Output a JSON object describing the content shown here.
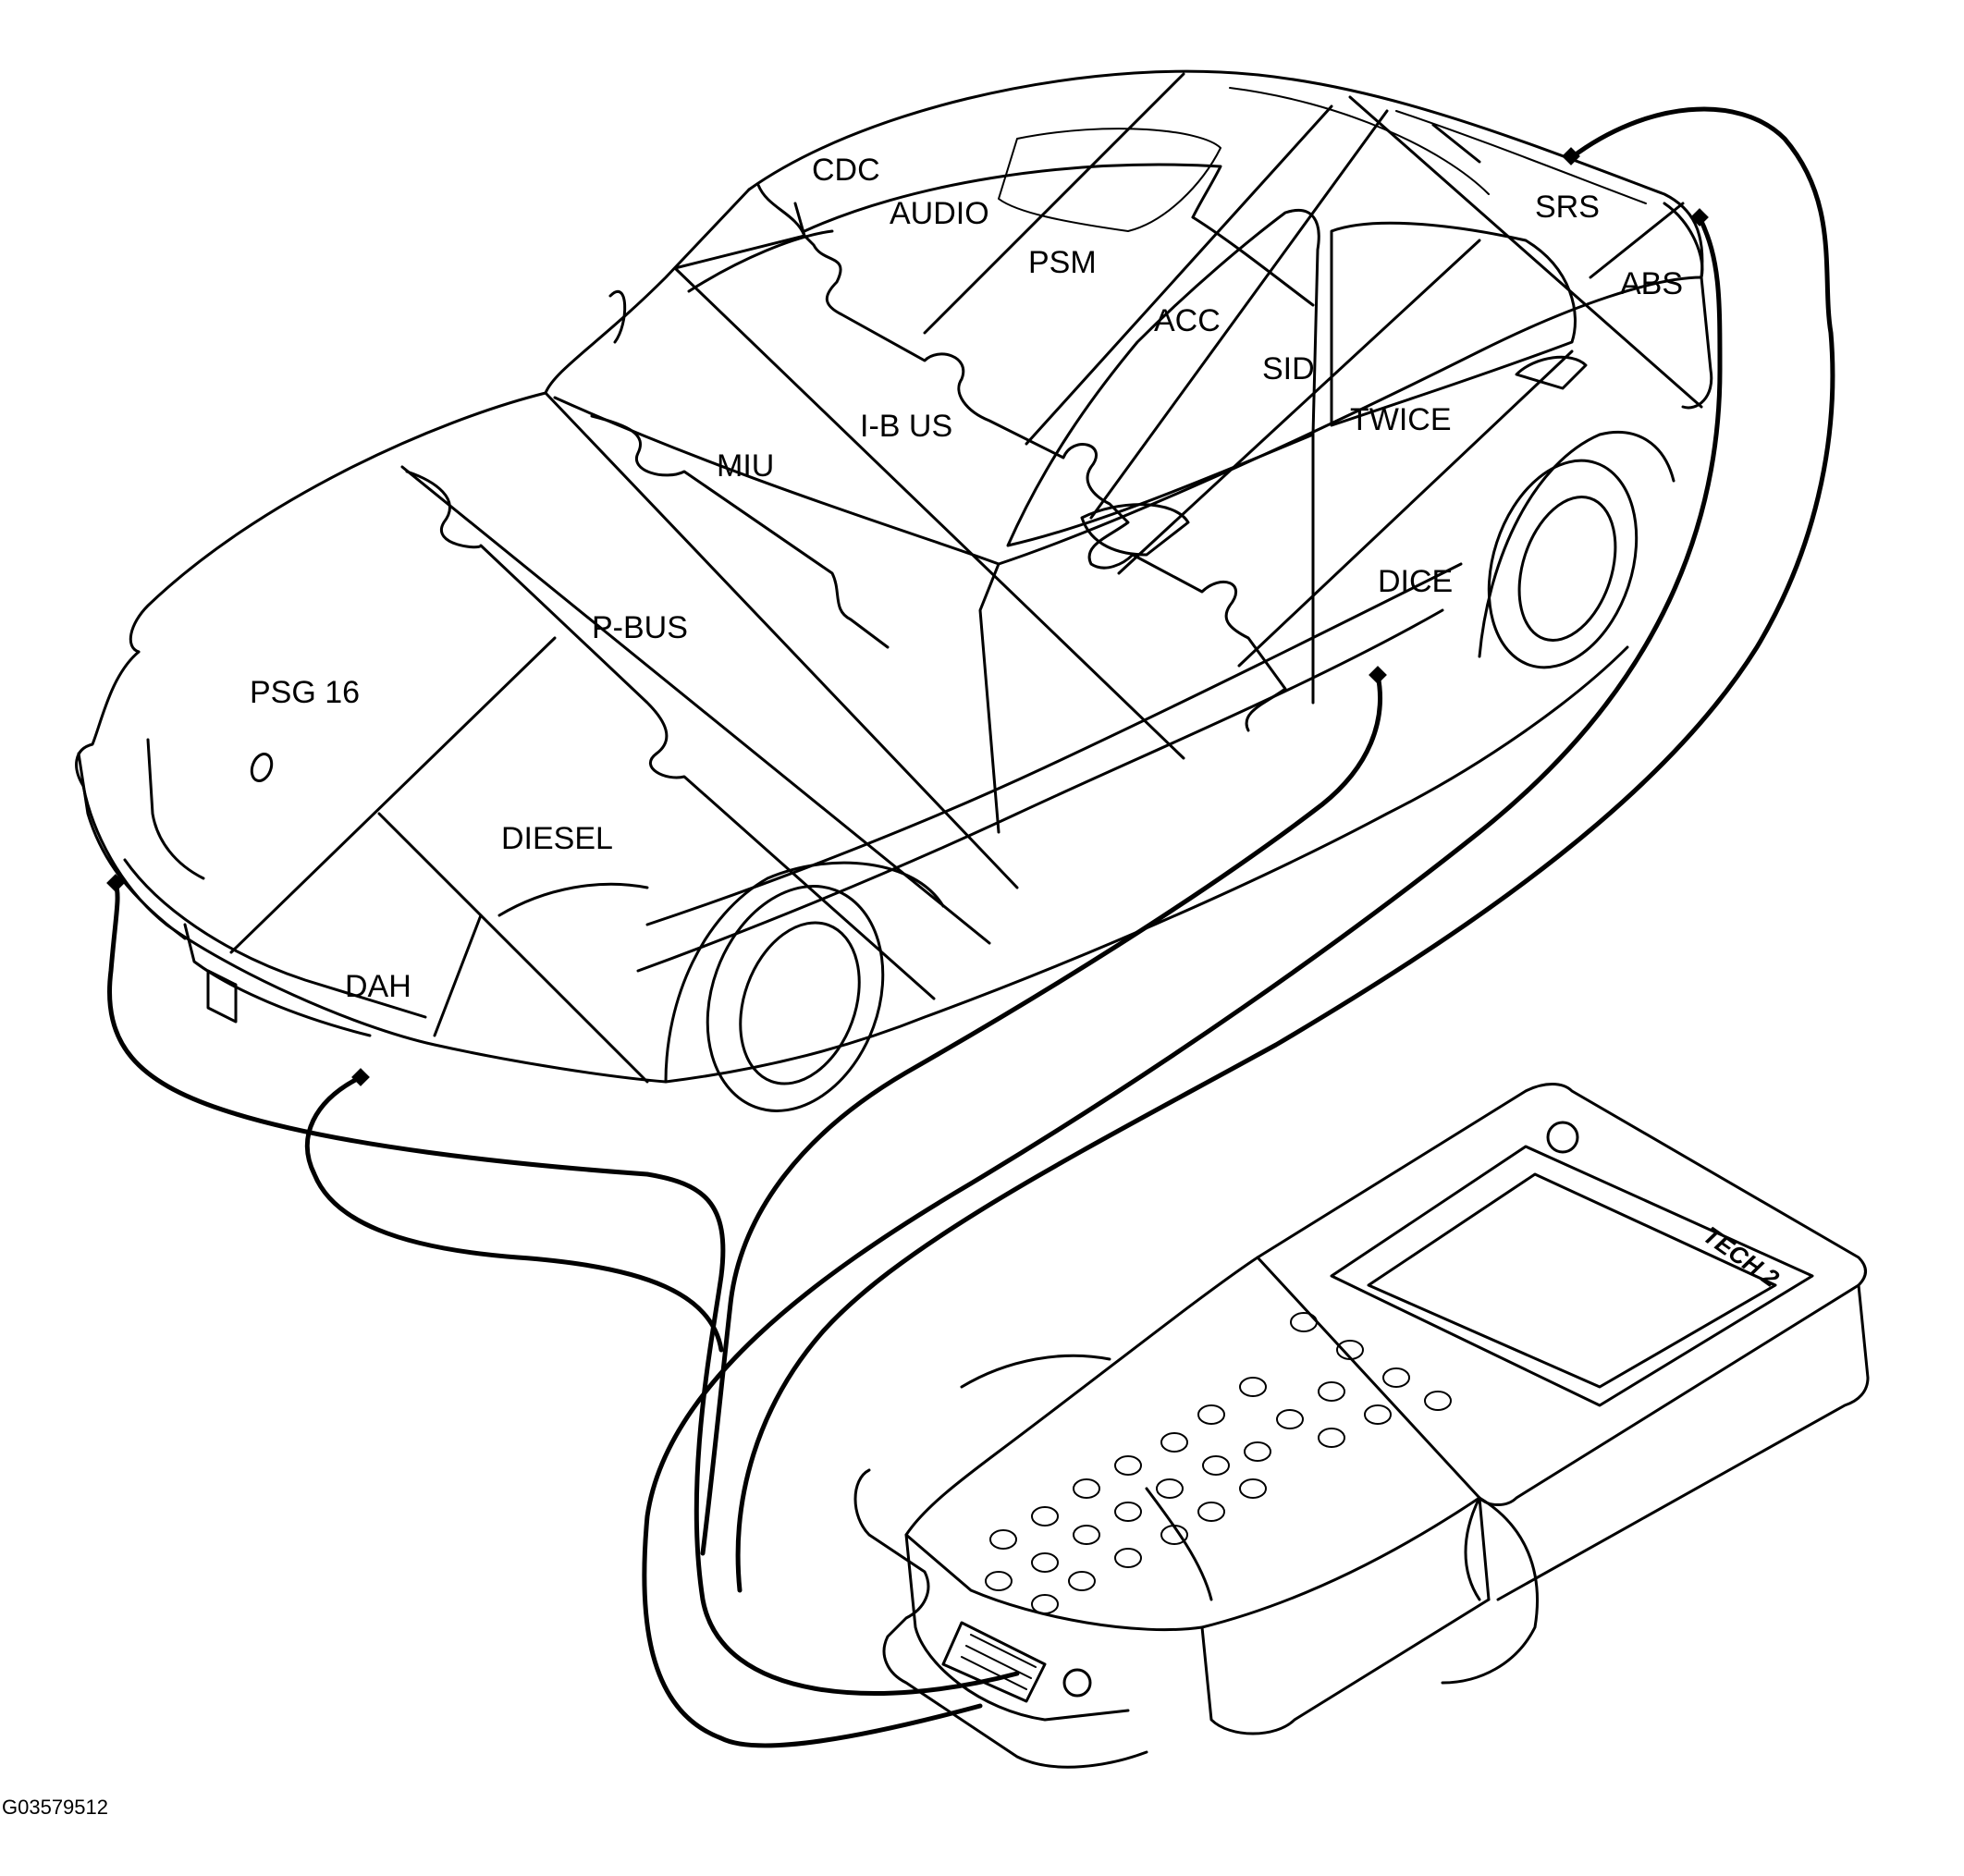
{
  "figure_ref": "G03579512",
  "device": {
    "brand": "TECH 2"
  },
  "modules": [
    {
      "id": "cdc",
      "label": "CDC"
    },
    {
      "id": "audio",
      "label": "AUDIO"
    },
    {
      "id": "psm",
      "label": "PSM"
    },
    {
      "id": "acc",
      "label": "ACC"
    },
    {
      "id": "srs",
      "label": "SRS"
    },
    {
      "id": "abs",
      "label": "ABS"
    },
    {
      "id": "sid",
      "label": "SID"
    },
    {
      "id": "twice",
      "label": "TWICE"
    },
    {
      "id": "ibus",
      "label": "I-B US"
    },
    {
      "id": "miu",
      "label": "MIU"
    },
    {
      "id": "dice",
      "label": "DICE"
    },
    {
      "id": "pbus",
      "label": "P-BUS"
    },
    {
      "id": "psg16",
      "label": "PSG 16"
    },
    {
      "id": "diesel",
      "label": "DIESEL"
    },
    {
      "id": "dah",
      "label": "DAH"
    }
  ]
}
